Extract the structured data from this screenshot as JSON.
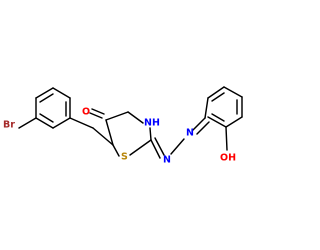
{
  "diagram": {
    "type": "chemical-structure",
    "atom_labels": {
      "bromine": "Br",
      "carbonyl_oxygen": "O",
      "ring_nh": "NH",
      "ring_sulfur": "S",
      "hydrazone_n1": "N",
      "hydrazone_n2": "N",
      "hydroxyl": "OH"
    },
    "colors": {
      "bond": "#000000",
      "carbon_hetero_default": "#000000",
      "bromine": "#a52a2a",
      "oxygen": "#ff0000",
      "nitrogen": "#0000ff",
      "sulfur": "#b8860b"
    }
  }
}
